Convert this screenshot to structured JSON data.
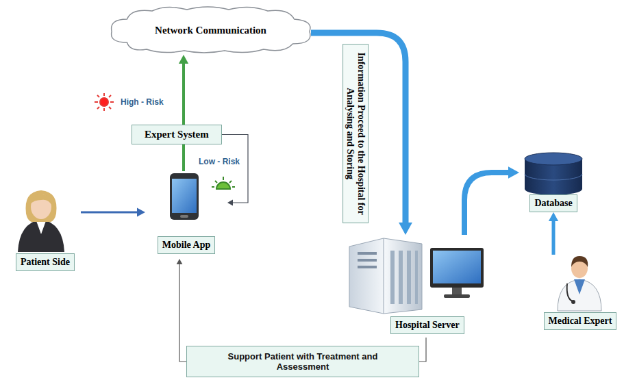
{
  "diagram": {
    "nodes": [
      {
        "text": [
          "Network Communication"
        ]
      },
      {
        "text": [
          "Expert System"
        ]
      },
      {
        "text": [
          "Patient Side"
        ]
      },
      {
        "text": [
          "Mobile App"
        ]
      },
      {
        "text": [
          "Hospital Server"
        ]
      },
      {
        "text": [
          "Database"
        ]
      },
      {
        "text": [
          "Medical Expert"
        ]
      },
      {
        "text": [
          "Support Patient with Treatment and Assessment"
        ]
      }
    ],
    "edges": [
      {
        "from": 2,
        "to": 3,
        "arrow": "to"
      },
      {
        "from": 3,
        "to": 1,
        "arrow": "none"
      },
      {
        "from": 1,
        "to": 0,
        "arrow": "to"
      },
      {
        "from": 1,
        "to": 3,
        "arrow": "to"
      },
      {
        "from": 0,
        "to": 4,
        "label": "Information Proceed to the Hospital for Analysing and Storing",
        "arrow": "to"
      },
      {
        "from": 4,
        "to": 5,
        "arrow": "to"
      },
      {
        "from": 6,
        "to": 5,
        "arrow": "to"
      },
      {
        "from": 4,
        "to": 7,
        "arrow": "none"
      },
      {
        "from": 7,
        "to": 3,
        "arrow": "to"
      }
    ],
    "labels": [
      "High - Risk",
      "Low - Risk"
    ]
  }
}
